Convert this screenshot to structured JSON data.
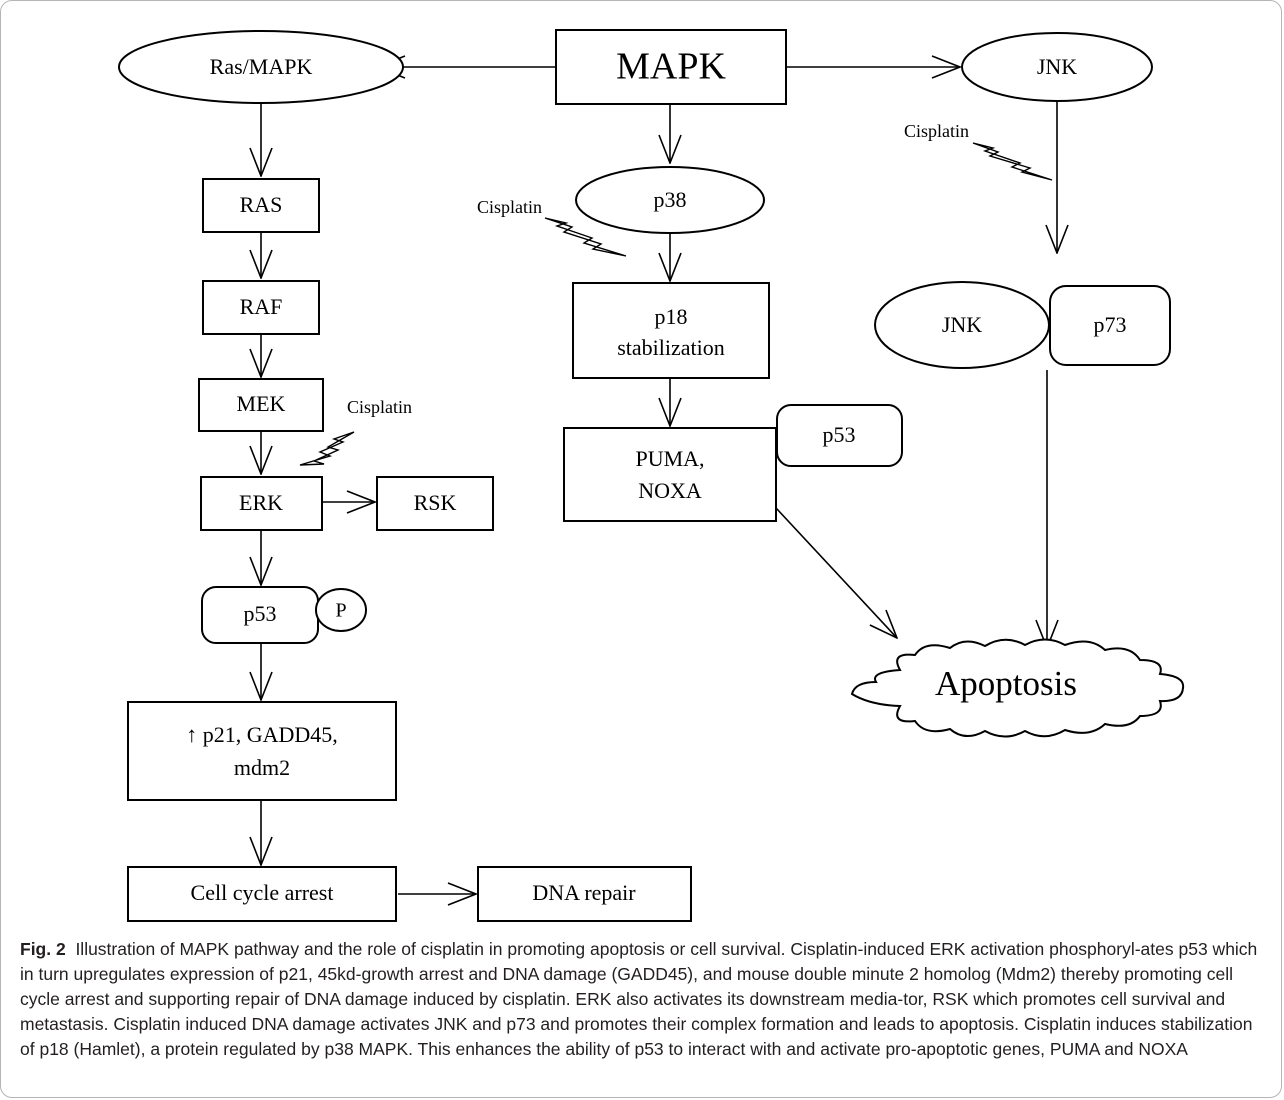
{
  "diagram": {
    "nodes": {
      "mapk": "MAPK",
      "ras_mapk": "Ras/MAPK",
      "jnk_top": "JNK",
      "ras": "RAS",
      "raf": "RAF",
      "mek": "MEK",
      "erk": "ERK",
      "rsk": "RSK",
      "p53_left": "p53",
      "phospho": "P",
      "p21_line1": "↑ p21, GADD45,",
      "p21_line2": "mdm2",
      "cell_cycle": "Cell cycle arrest",
      "dna_repair": "DNA repair",
      "p38": "p38",
      "p18_line1": "p18",
      "p18_line2": "stabilization",
      "puma_line1": "PUMA,",
      "puma_line2": "NOXA",
      "p53_mid": "p53",
      "jnk_complex": "JNK",
      "p73": "p73",
      "apoptosis": "Apoptosis"
    },
    "cisplatin_labels": [
      "Cisplatin",
      "Cisplatin",
      "Cisplatin"
    ]
  },
  "caption": {
    "label": "Fig. 2",
    "text": "Illustration of MAPK pathway and the role of cisplatin in promoting apoptosis or cell survival. Cisplatin-induced ERK activation phosphoryl-ates p53 which in turn upregulates expression of p21, 45kd-growth arrest and DNA damage (GADD45), and mouse double minute 2 homolog (Mdm2) thereby promoting cell cycle arrest and supporting repair of DNA damage induced by cisplatin. ERK also activates its downstream media-tor, RSK which promotes cell survival and metastasis. Cisplatin induced DNA damage activates JNK and p73 and promotes their complex formation and leads to apoptosis. Cisplatin induces stabilization of p18 (Hamlet), a protein regulated by p38 MAPK. This enhances the ability of p53 to interact with and activate pro-apoptotic genes, PUMA and NOXA"
  }
}
